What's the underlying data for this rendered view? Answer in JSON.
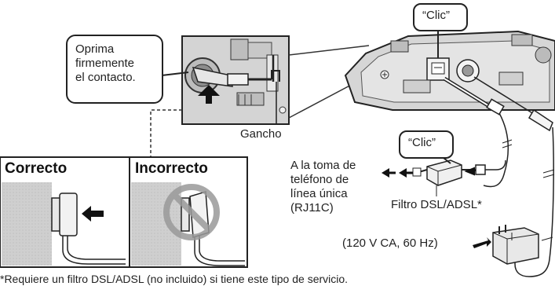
{
  "callouts": {
    "press_firmly": [
      "Oprima",
      "firmemente",
      "el contacto."
    ],
    "click_top": "“Clic”",
    "click_filter": "“Clic”"
  },
  "labels": {
    "hook": "Gancho",
    "phone_jack": [
      "A la toma de",
      "teléfono de",
      "línea única",
      "(RJ11C)"
    ],
    "dsl_filter": "Filtro DSL/ADSL*",
    "power": "(120 V CA, 60 Hz)"
  },
  "panels": {
    "correct": "Correcto",
    "incorrect": "Incorrecto"
  },
  "footnote": "*Requiere un filtro DSL/ADSL (no incluido) si tiene este tipo de servicio."
}
